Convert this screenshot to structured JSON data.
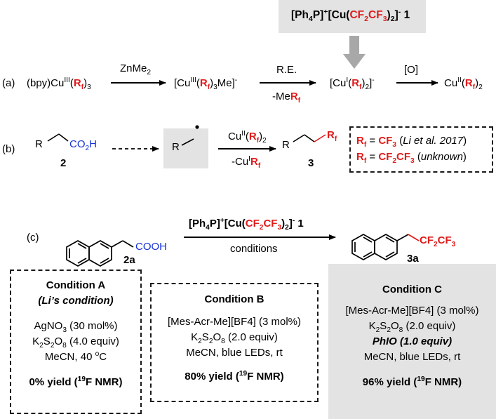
{
  "reagent_box": {
    "label": "[Ph4P]+[Cu(CF2CF3)2]- 1"
  },
  "row_a": {
    "label": "(a)",
    "start": "(bpy)CuIII(Rf)3",
    "arrow1_top": "ZnMe2",
    "mid": "[CuIII(Rf)3Me]-",
    "arrow2_top": "R.E.",
    "arrow2_bottom": "-MeRf",
    "cu1": "[CuI(Rf)2]-",
    "arrow3_top": "[O]",
    "end": "CuII(Rf)2"
  },
  "row_b": {
    "label": "(b)",
    "acid": "R–CH2–CO2H",
    "acid_number": "2",
    "radical": "R•",
    "arrow_top": "CuII(Rf)2",
    "arrow_bottom": "-CuIRf",
    "product": "R–CH2–Rf",
    "product_number": "3",
    "legend_1": "Rf = CF3 (Li et al. 2017)",
    "legend_2": "Rf = CF2CF3 (unknown)"
  },
  "row_c": {
    "label": "(c)",
    "sm_group": "COOH",
    "sm_number": "2a",
    "arrow_top": "[Ph4P]+[Cu(CF2CF3)2]- 1",
    "arrow_bottom": "conditions",
    "product_group": "CF2CF3",
    "product_number": "3a"
  },
  "conditions": [
    {
      "title": "Condition A",
      "subtitle": "(Li’s condition)",
      "lines": [
        "AgNO3 (30 mol%)",
        "K2S2O8 (4.0 equiv)",
        "MeCN, 40 oC"
      ],
      "yield": "0% yield (19F NMR)"
    },
    {
      "title": "Condition B",
      "lines": [
        "[Mes-Acr-Me][BF4] (3 mol%)",
        "K2S2O8 (2.0 equiv)",
        "MeCN, blue LEDs, rt"
      ],
      "yield": "80% yield (19F NMR)"
    },
    {
      "title": "Condition C",
      "lines": [
        "[Mes-Acr-Me][BF4] (3 mol%)",
        "K2S2O8 (2.0 equiv)",
        "PhIO (1.0 equiv)",
        "MeCN, blue LEDs, rt"
      ],
      "yield": "96% yield (19F NMR)"
    }
  ],
  "colors": {
    "rf_red": "#e01b1b",
    "acid_blue": "#1530d6",
    "panel_gray": "#e3e3e3"
  }
}
